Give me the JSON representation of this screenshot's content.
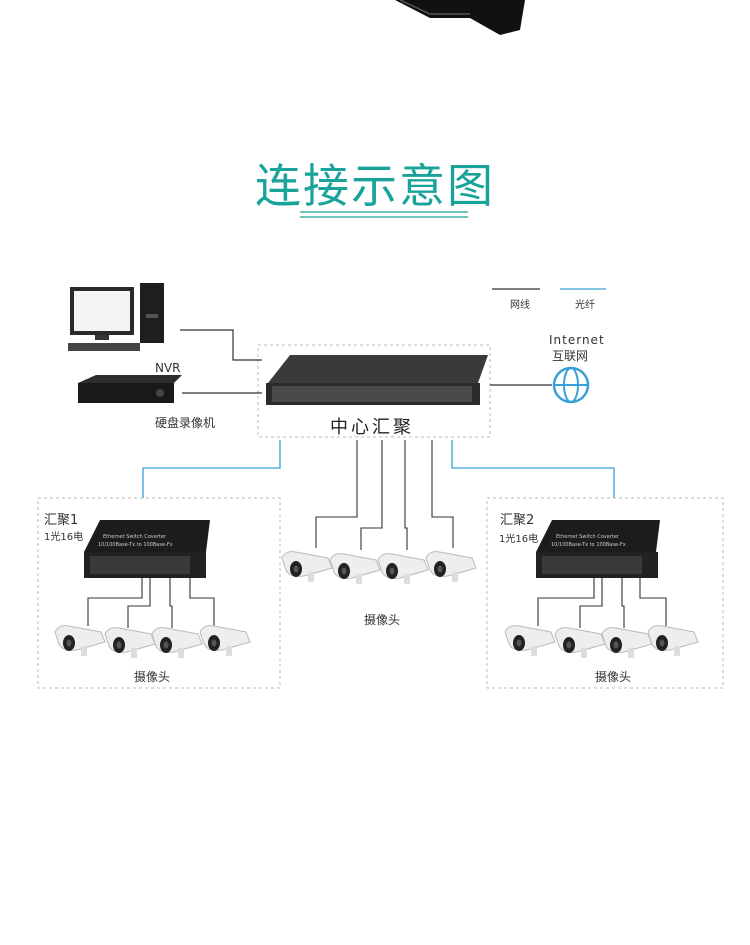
{
  "title": "连接示意图",
  "legend": {
    "cable_label": "网线",
    "fiber_label": "光纤"
  },
  "internet": {
    "en": "Internet",
    "cn": "互联网"
  },
  "nvr": {
    "label": "NVR"
  },
  "recorder": {
    "label": "硬盘录像机"
  },
  "center": {
    "label": "中心汇聚"
  },
  "agg1": {
    "title": "汇聚1",
    "spec": "1光16电",
    "camera_label": "摄像头"
  },
  "agg2": {
    "title": "汇聚2",
    "spec": "1光16电",
    "camera_label": "摄像头"
  },
  "middle": {
    "camera_label": "摄像头"
  },
  "device_print": {
    "line1": "Ethernet Switch Coverter",
    "line2": "10/100Base-Tx to 100Base-Fx"
  },
  "colors": {
    "accent": "#1aa39a",
    "fiber": "#3aa0d8",
    "cable": "#333333",
    "dashed_box": "#bbbbbb"
  }
}
